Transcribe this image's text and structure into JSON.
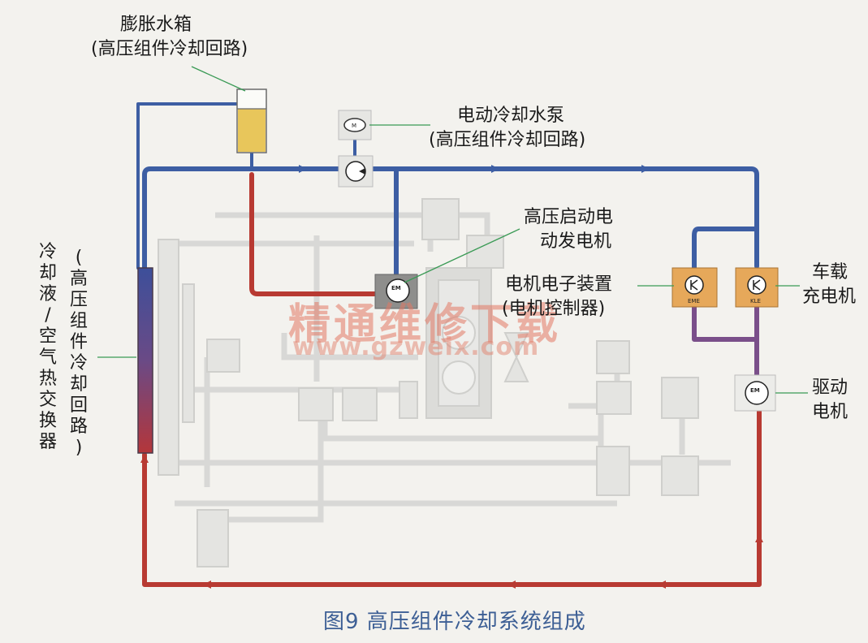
{
  "labels": {
    "expansion_tank": [
      "膨胀水箱",
      "(高压组件冷却回路)"
    ],
    "pump": [
      "电动冷却水泵",
      "(高压组件冷却回路)"
    ],
    "hv_starter": [
      "高压启动电",
      "动发电机"
    ],
    "eme": [
      "电机电子装置",
      "(电机控制器)"
    ],
    "kle": [
      "车载",
      "充电机"
    ],
    "drive_motor": [
      "驱动",
      "电机"
    ],
    "radiator": [
      "冷",
      "却",
      "液",
      "/",
      "空",
      "气",
      "热",
      "交",
      "换",
      "器"
    ],
    "radiator_paren": [
      "(",
      "高",
      "压",
      "组",
      "件",
      "冷",
      "却",
      "回",
      "路",
      ")"
    ]
  },
  "box_text": {
    "em": "EM",
    "eme": "EME",
    "kle": "KLE",
    "m": "M"
  },
  "watermark": {
    "cn": "精通维修下载",
    "url": "www.gzweix.com"
  },
  "caption": "图9 高压组件冷却系统组成",
  "colors": {
    "hot_line": "#b83a32",
    "cold_line": "#3d5ea3",
    "mixed_line": "#7a4f8a",
    "ghost_line": "#d6d6d4",
    "orange_box": "#e6a85a",
    "tank_fluid": "#e8c65b",
    "caption": "#3d5f95"
  }
}
